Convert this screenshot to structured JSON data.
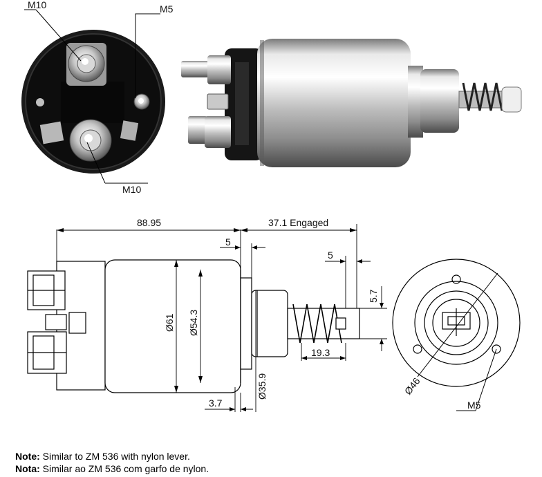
{
  "photo_labels": {
    "top_left_terminal": "M10",
    "top_right_terminal": "M5",
    "bottom_terminal": "M10"
  },
  "dimensions": {
    "overall_length": "88.95",
    "engaged": "37.1 Engaged",
    "flange_gap_top": "5",
    "stroke_gap": "5",
    "plunger_height": "5.7",
    "spring_length": "19.3",
    "body_diameter": "Ø61",
    "inner_diameter": "Ø54.3",
    "nose_diameter": "Ø35.9",
    "flange_thickness": "3.7",
    "bolt_circle_diameter": "Ø46",
    "mount_thread": "M5"
  },
  "notes": [
    {
      "label": "Note:",
      "text": " Similar to ZM 536 with nylon lever."
    },
    {
      "label": "Nota:",
      "text": " Similar ao ZM 536 com garfo de nylon."
    }
  ],
  "colors": {
    "line": "#000000",
    "metal_light": "#f2f2f2",
    "metal_dark": "#6e6e6e",
    "cap_black": "#151515"
  }
}
